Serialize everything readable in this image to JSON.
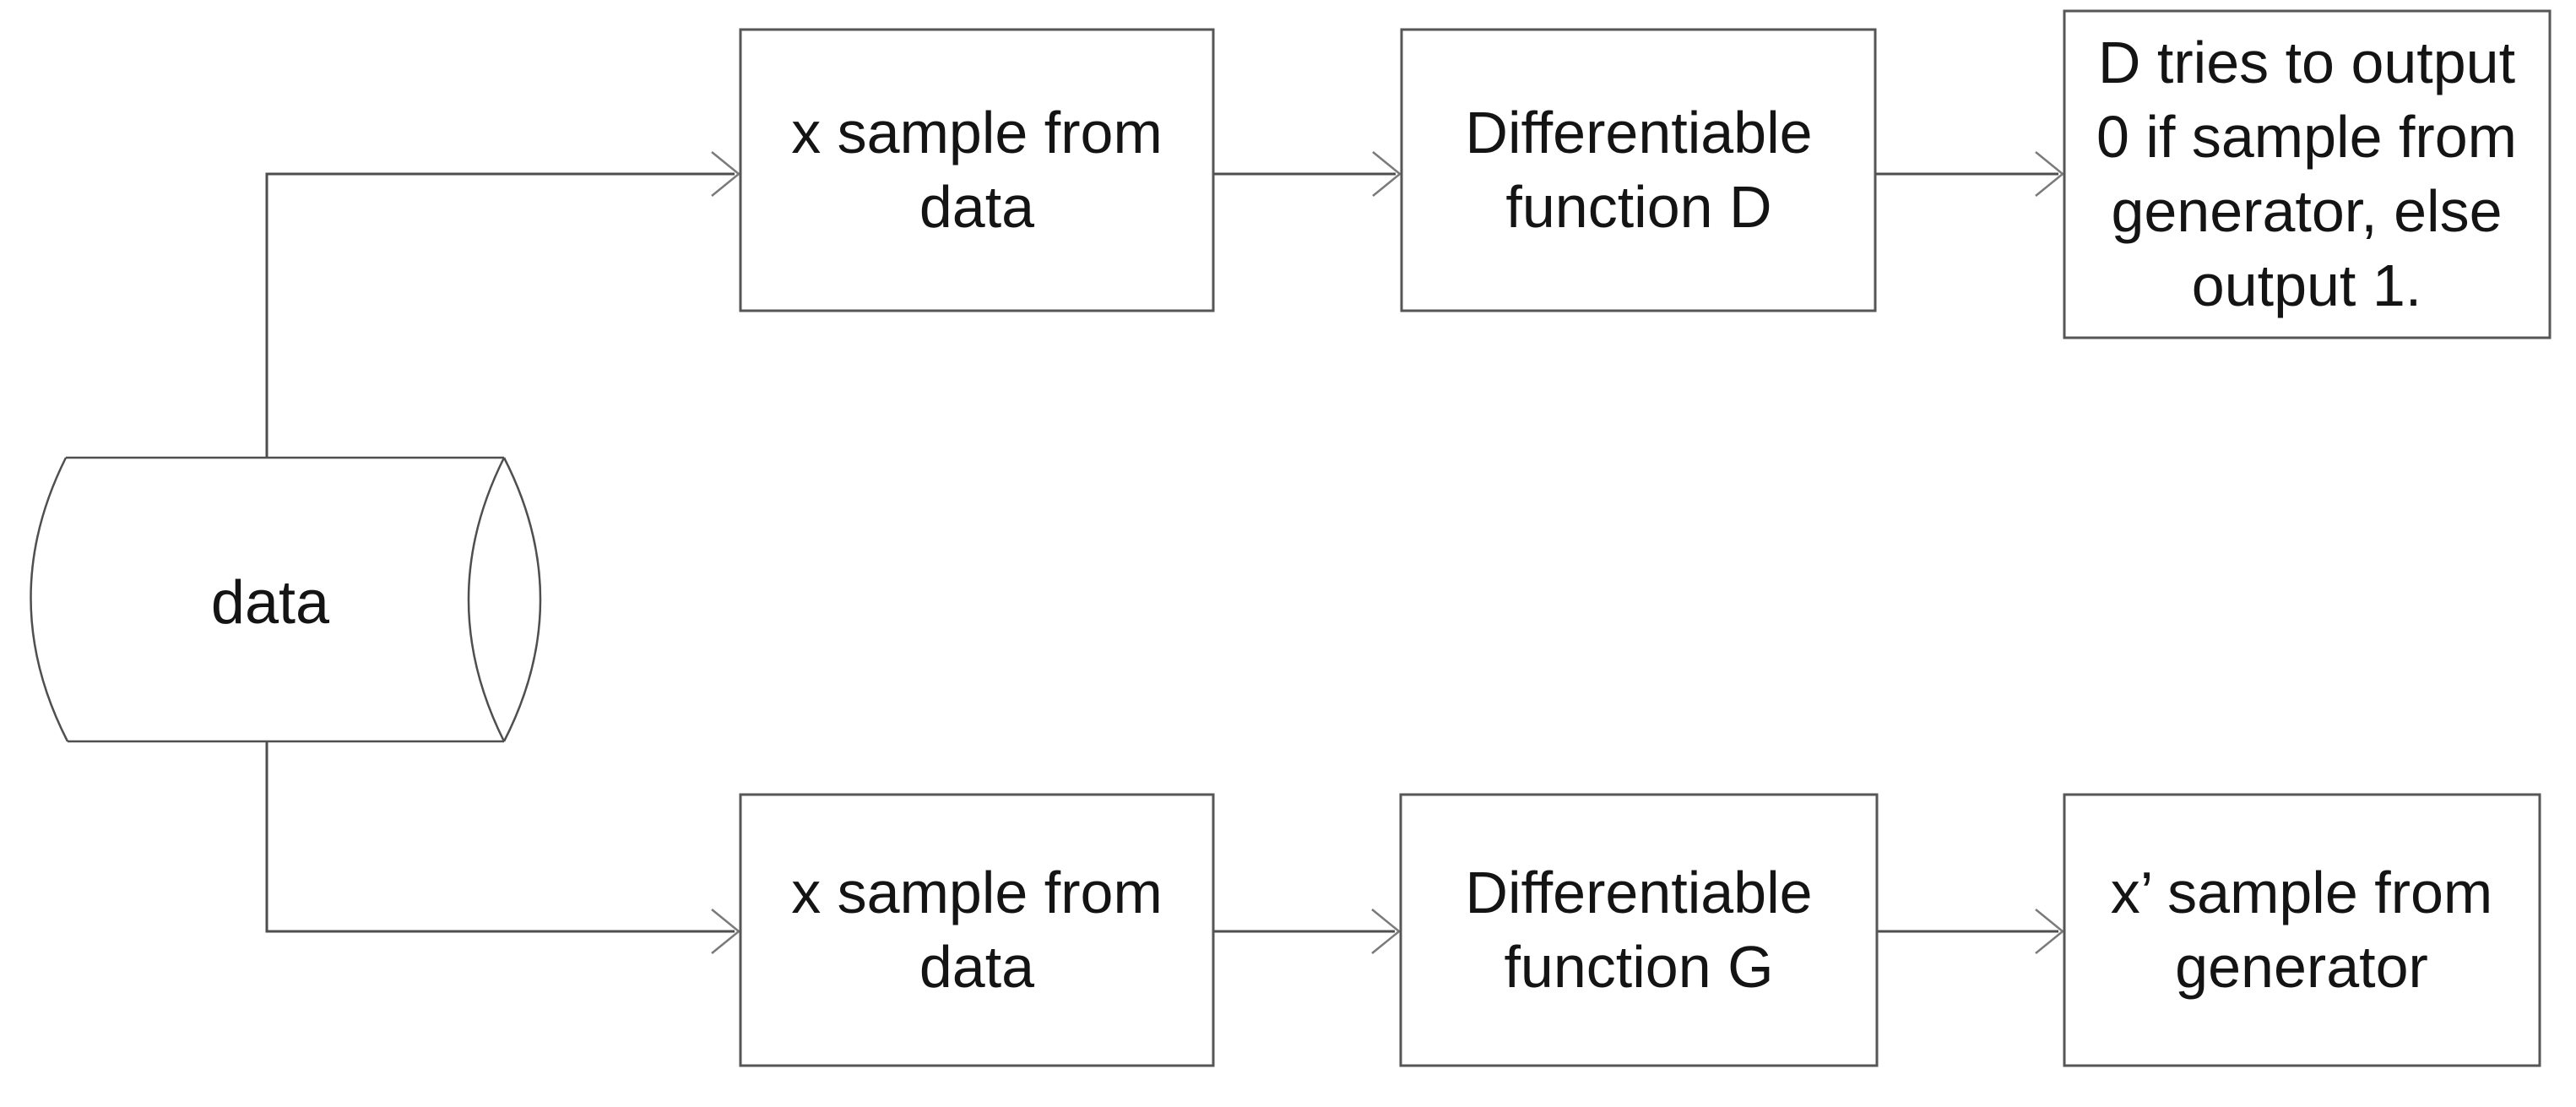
{
  "colors": {
    "background": "#ffffff",
    "box_border": "#565656",
    "connector": "#4e4e4e",
    "arrowhead": "#7a7a7a",
    "cylinder_outline": "#4f4f4f",
    "text": "#141414"
  },
  "nodes": {
    "data_store": {
      "shape": "cylinder",
      "label": "data"
    },
    "top_sample": {
      "lines": [
        "x sample from",
        "data"
      ]
    },
    "top_function_d": {
      "lines": [
        "Differentiable",
        "function D"
      ]
    },
    "d_output": {
      "lines": [
        "D tries to output",
        "0 if sample from",
        "generator, else",
        "output 1."
      ]
    },
    "bottom_sample": {
      "lines": [
        "x sample from",
        "data"
      ]
    },
    "bottom_function_g": {
      "lines": [
        "Differentiable",
        "function G"
      ]
    },
    "g_output": {
      "lines": [
        "x’ sample from",
        "generator"
      ]
    }
  },
  "edges": [
    {
      "from": "data_store",
      "to": "top_sample"
    },
    {
      "from": "top_sample",
      "to": "top_function_d"
    },
    {
      "from": "top_function_d",
      "to": "d_output"
    },
    {
      "from": "data_store",
      "to": "bottom_sample"
    },
    {
      "from": "bottom_sample",
      "to": "bottom_function_g"
    },
    {
      "from": "bottom_function_g",
      "to": "g_output"
    }
  ]
}
